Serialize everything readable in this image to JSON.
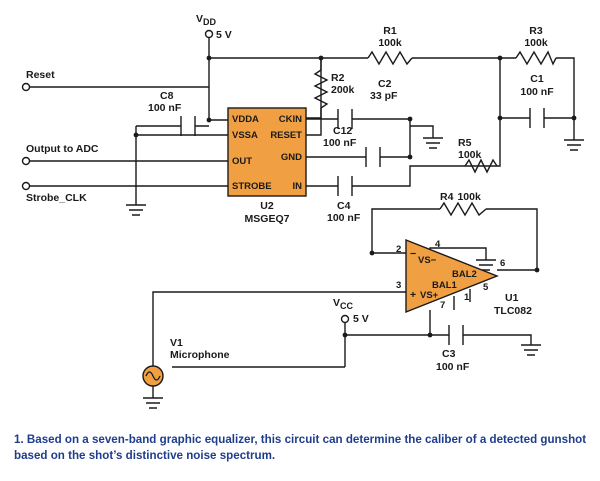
{
  "supplies": {
    "vdd_main": "V",
    "vdd_sub": "DD",
    "vdd_val": "5 V",
    "vcc_main": "V",
    "vcc_sub": "CC",
    "vcc_val": "5 V"
  },
  "inputs": {
    "reset": "Reset",
    "output": "Output to ADC",
    "strobe": "Strobe_CLK"
  },
  "components": {
    "r1": {
      "ref": "R1",
      "value": "100k"
    },
    "r2": {
      "ref": "R2",
      "value": "200k"
    },
    "r3": {
      "ref": "R3",
      "value": "100k"
    },
    "r4": {
      "ref": "R4",
      "value": "100k"
    },
    "r5": {
      "ref": "R5",
      "value": "100k"
    },
    "c1": {
      "ref": "C1",
      "value": "100 nF"
    },
    "c2": {
      "ref": "C2",
      "value": "33 pF"
    },
    "c3": {
      "ref": "C3",
      "value": "100 nF"
    },
    "c4": {
      "ref": "C4",
      "value": "100 nF"
    },
    "c8": {
      "ref": "C8",
      "value": "100 nF"
    },
    "c12": {
      "ref": "C12",
      "value": "100 nF"
    },
    "u2": {
      "ref": "U2",
      "part": "MSGEQ7",
      "pins": [
        "VDDA",
        "CKIN",
        "VSSA",
        "RESET",
        "OUT",
        "GND",
        "STROBE",
        "IN"
      ]
    },
    "u1": {
      "ref": "U1",
      "part": "TLC082",
      "pin_numbers": [
        "2",
        "4",
        "3",
        "6",
        "5",
        "7",
        "1"
      ],
      "pin_labels": [
        "VS−",
        "VS+",
        "BAL1",
        "BAL2"
      ],
      "minus": "−",
      "plus": "+"
    },
    "v1": {
      "ref": "V1",
      "name": "Microphone"
    }
  },
  "caption": "1. Based on a seven-band graphic equalizer, this circuit can determine the caliber of a detected gunshot based on the shot’s distinctive noise spectrum.",
  "colors": {
    "chip_fill": "#f0a042",
    "caption": "#1f3d8c",
    "wire": "#1a1a1a"
  }
}
